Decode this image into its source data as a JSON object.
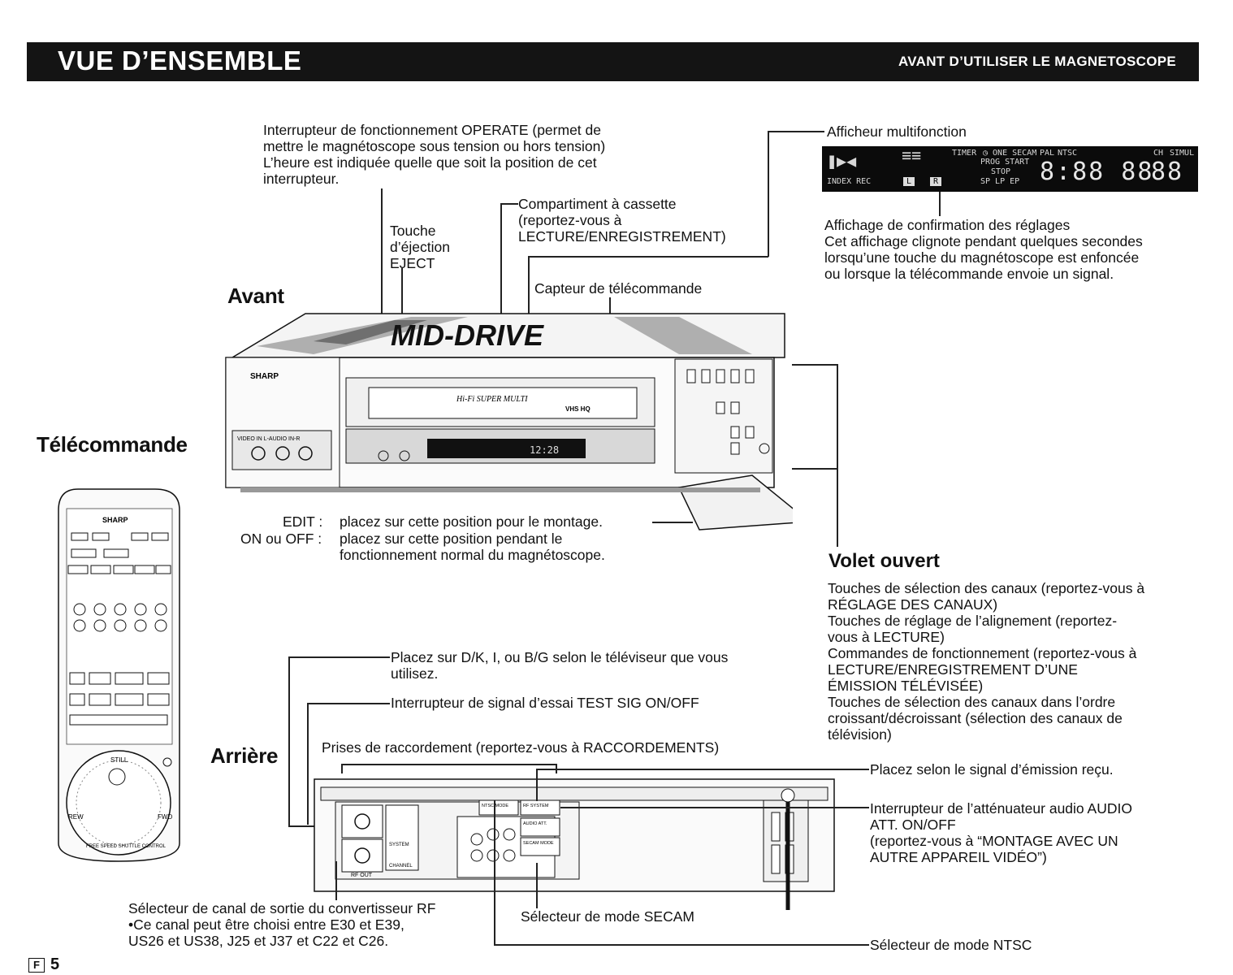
{
  "header": {
    "title": "VUE D’ENSEMBLE",
    "subtitle": "AVANT D’UTILISER LE MAGNETOSCOPE"
  },
  "sections": {
    "avant": "Avant",
    "telecommande": "Télécommande",
    "arriere": "Arrière",
    "volet": "Volet ouvert"
  },
  "labels": {
    "operate": [
      "Interrupteur de fonctionnement OPERATE (permet de",
      "mettre le magnétoscope sous tension ou hors tension)",
      "L’heure est indiquée quelle que soit la position de cet",
      "interrupteur."
    ],
    "eject": [
      "Touche",
      "d’éjection",
      "EJECT"
    ],
    "cassette": [
      "Compartiment à cassette",
      "(reportez-vous à",
      "LECTURE/ENREGISTREMENT)"
    ],
    "capteur": "Capteur de télécommande",
    "afficheur": "Afficheur multifonction",
    "confirmation": [
      "Affichage de confirmation des réglages",
      "Cet affichage clignote pendant quelques secondes",
      "lorsqu’une touche du magnétoscope est enfoncée",
      "ou lorsque la télécommande envoie un signal."
    ],
    "edit_key": "EDIT :",
    "edit_text": "placez sur cette position pour le montage.",
    "onoff_key": "ON ou OFF :",
    "onoff_text": [
      "placez sur cette position pendant le",
      "fonctionnement normal du magnétoscope."
    ],
    "volet_text": [
      "Touches de sélection des canaux (reportez-vous à",
      "RÉGLAGE DES CANAUX)",
      "Touches de réglage de l’alignement (reportez-",
      "vous à LECTURE)",
      "Commandes de fonctionnement (reportez-vous à",
      "LECTURE/ENREGISTREMENT D’UNE",
      "ÉMISSION TÉLÉVISÉE)",
      "Touches de sélection des canaux dans l’ordre",
      "croissant/décroissant (sélection des canaux de",
      "télévision)"
    ],
    "dk": [
      "Placez sur D/K, I, ou B/G selon le téléviseur que vous",
      "utilisez."
    ],
    "test_sig": "Interrupteur de signal d’essai TEST SIG ON/OFF",
    "prises": "Prises de raccordement (reportez-vous à RACCORDEMENTS)",
    "signal": "Placez selon le signal d’émission reçu.",
    "audio_att": [
      "Interrupteur de l’atténuateur audio AUDIO",
      "ATT. ON/OFF",
      "(reportez-vous à “MONTAGE AVEC UN",
      "AUTRE APPAREIL VIDÉO”)"
    ],
    "rf_selecteur": [
      "Sélecteur de canal de sortie du convertisseur RF",
      "•Ce canal peut être choisi entre E30 et E39,",
      "US26 et US38, J25 et J37 et C22 et C26."
    ],
    "secam": "Sélecteur de mode SECAM",
    "ntsc": "Sélecteur de mode NTSC"
  },
  "device": {
    "brand": "SHARP",
    "logo": "MID-DRIVE",
    "hifi": "Hi-Fi SUPER MULTI",
    "vhs": "VHS HQ",
    "clock": "12:28",
    "video_in": "VIDEO IN   L-AUDIO IN-R",
    "rf_out": "RF OUT",
    "rf_system": "RF SYSTEM",
    "audio_att_label": "AUDIO ATT.",
    "secam_mode": "SECAM MODE",
    "ntsc_mode": "NTSC MODE",
    "channel": "CHANNEL",
    "system": "SYSTEM",
    "remote_brand": "SHARP",
    "shuttle": "FREE SPEED SHUTTLE CONTROL",
    "still": "STILL",
    "rew": "REW",
    "fwd": "FWD"
  },
  "display": {
    "timer": "TIMER",
    "pal": "PAL",
    "ntsc": "NTSC",
    "ch": "CH",
    "simul": "SIMUL",
    "index_rec": "INDEX REC",
    "prog_start": "PROG START",
    "stop": "STOP",
    "spl": "SP LP EP",
    "digits": "8:88 88",
    "ch_digits": "88",
    "l": "L",
    "r": "R"
  },
  "page": {
    "marker": "F",
    "number": "5"
  }
}
